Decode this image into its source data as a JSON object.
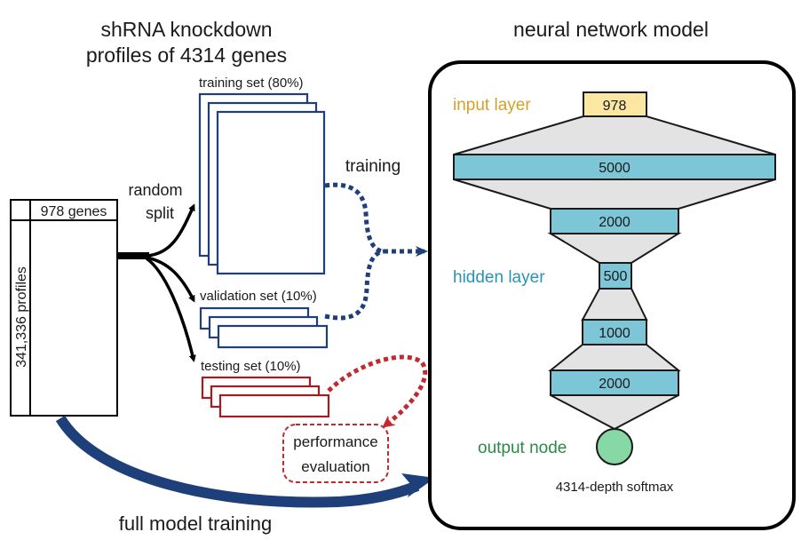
{
  "titles": {
    "left_line1": "shRNA knockdown",
    "left_line2": "profiles of 4314 genes",
    "right": "neural network model"
  },
  "data_matrix": {
    "columns_label": "978 genes",
    "rows_label": "341,336 profiles"
  },
  "split": {
    "label_line1": "random",
    "label_line2": "split",
    "sets": [
      {
        "name": "training set (80%)",
        "color": "#1f3f7a"
      },
      {
        "name": "validation set (10%)",
        "color": "#1f3f7a"
      },
      {
        "name": "testing set (10%)",
        "color": "#a31c23"
      }
    ]
  },
  "flows": {
    "training_label": "training",
    "evaluation_line1": "performance",
    "evaluation_line2": "evaluation",
    "full_training_label": "full model training"
  },
  "network": {
    "input_label": "input layer",
    "hidden_label": "hidden layer",
    "output_label": "output node",
    "output_caption": "4314-depth softmax",
    "input_units": "978",
    "hidden_units": [
      "5000",
      "2000",
      "500",
      "1000",
      "2000"
    ],
    "colors": {
      "input_text": "#d4a22b",
      "input_fill": "#fbe6a2",
      "hidden_text": "#2a93b3",
      "hidden_fill": "#7cc6d8",
      "output_text": "#2a8a45",
      "output_fill": "#86d8a4",
      "connector_fill": "#e3e3e3",
      "blue_flow": "#1f3f7a",
      "red_flow": "#c4292f"
    }
  }
}
